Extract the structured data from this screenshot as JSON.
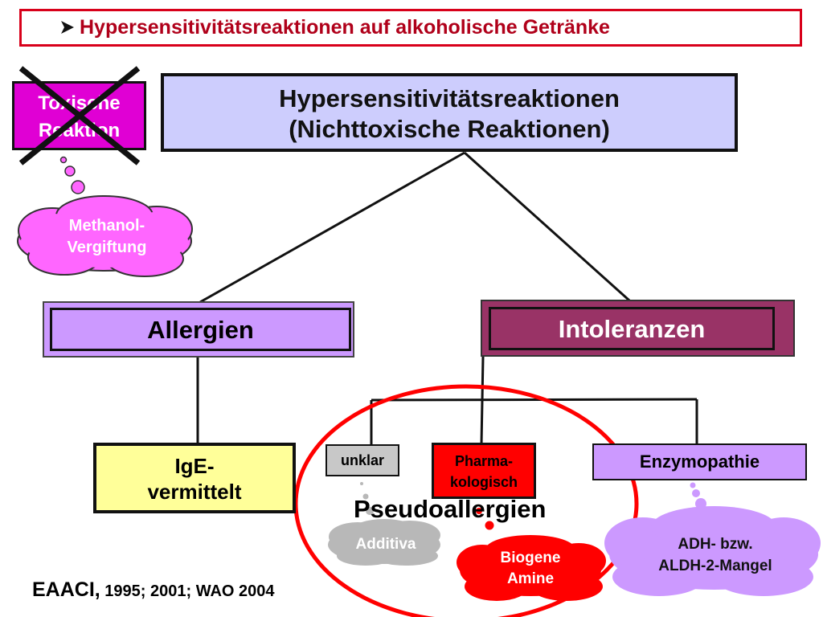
{
  "title": "Hypersensitivitätsreaktionen auf alkoholische Getränke",
  "toxic": {
    "line1": "Toxische",
    "line2": "Reaktion"
  },
  "methanol": {
    "line1": "Methanol-",
    "line2": "Vergiftung"
  },
  "main": {
    "line1": "Hypersensitivitätsreaktionen",
    "line2": "(Nichttoxische Reaktionen)"
  },
  "allergien": "Allergien",
  "intoleranzen": "Intoleranzen",
  "ige": {
    "line1": "IgE-",
    "line2": "vermittelt"
  },
  "unklar": "unklar",
  "pharma": {
    "line1": "Pharma-",
    "line2": "kologisch"
  },
  "enzymopathie": "Enzymopathie",
  "pseudo": "Pseudoallergien",
  "additiva": "Additiva",
  "biogene": {
    "line1": "Biogene",
    "line2": "Amine"
  },
  "adh": {
    "line1": "ADH- bzw.",
    "line2": "ALDH-2-Mangel"
  },
  "reference": {
    "main": "EAACI,",
    "rest": " 1995; 2001; WAO 2004"
  },
  "colors": {
    "title_red": "#b0001a",
    "toxic_magenta": "#e000d4",
    "main_box": "#cdcdfd",
    "allergien": "#cc99ff",
    "intoleranzen": "#993366",
    "ige": "#ffff99",
    "unklar": "#c8c8c8",
    "pharma": "#ff0000",
    "enzymopathie": "#cc99ff",
    "methanol_cloud": "#ff66ff",
    "additiva_cloud": "#b8b8b8",
    "biogene_cloud": "#ff0000",
    "adh_cloud": "#cc99ff",
    "pseudo_ellipse": "#ff0000"
  }
}
